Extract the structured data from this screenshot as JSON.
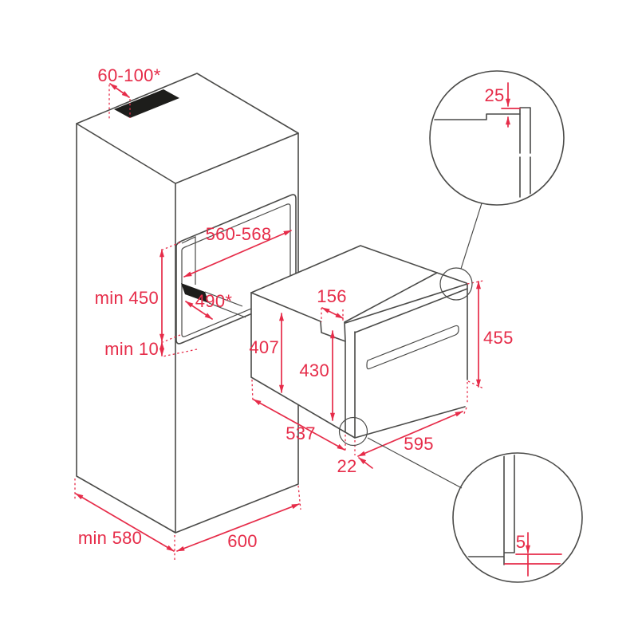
{
  "diagram": {
    "title": "Built-in compact oven installation drawing",
    "colors": {
      "line": "#4a4a48",
      "dimension_red": "#e62c49",
      "dark_fill": "#1d1d1b",
      "background": "#ffffff"
    },
    "dimensions_mm": {
      "top_vent": "60-100*",
      "niche_width": "560-568",
      "niche_height": "min 450",
      "shelf_depth": "490*",
      "bottom_clearance": "min 10",
      "cabinet_depth": "min 580",
      "cabinet_width": "600",
      "top_recess_depth": "156",
      "body_height": "407",
      "door_height": "430",
      "front_height": "455",
      "body_depth": "537",
      "front_width": "595",
      "door_overhang": "22",
      "detail_top_gap": "25",
      "detail_bottom_gap": "5"
    }
  }
}
